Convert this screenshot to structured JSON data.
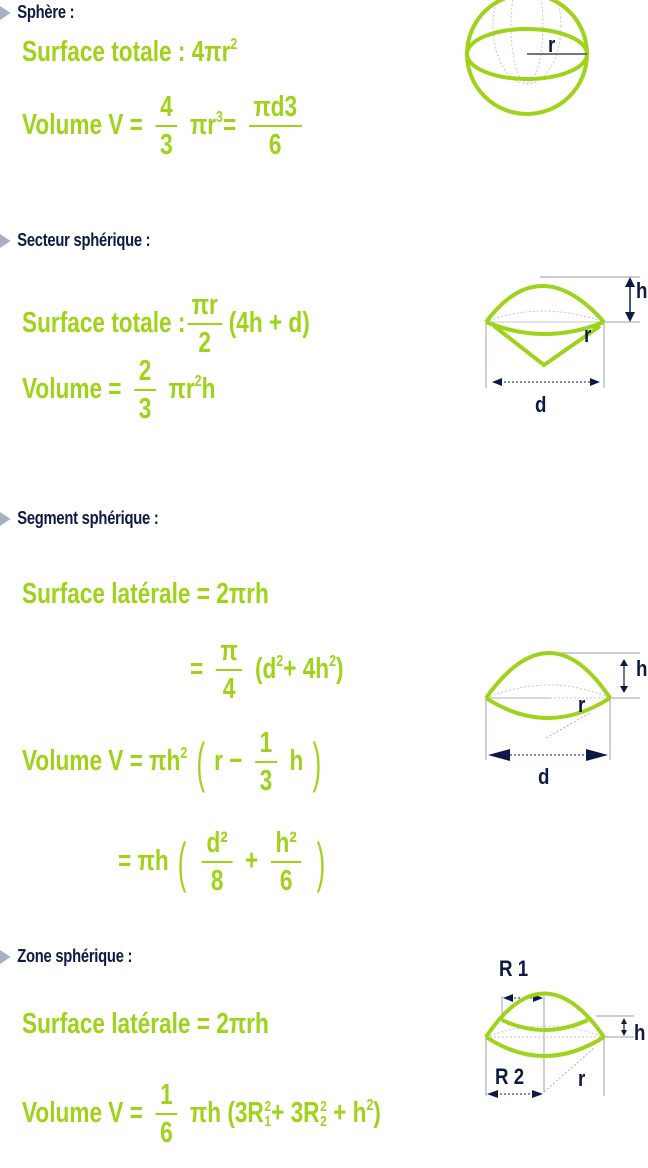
{
  "colors": {
    "formula": "#9fd31a",
    "heading": "#0d1a45",
    "bullet": "#a9b0c2",
    "guide": "#a9b0c2"
  },
  "sections": [
    {
      "heading": "Sphère :",
      "surface_label": "Surface totale : 4πr",
      "surface_exp": "2",
      "volume_label": "Volume V =",
      "volume_frac1": {
        "num": "4",
        "den": "3"
      },
      "volume_mid": "πr",
      "volume_mid_exp": "3",
      "volume_eq": "=",
      "volume_frac2": {
        "num": "πd3",
        "den": "6"
      },
      "diagram_labels": {
        "r": "r"
      }
    },
    {
      "heading": "Secteur sphérique :",
      "surface_label": "Surface totale :",
      "surface_frac": {
        "num": "πr",
        "den": "2"
      },
      "surface_tail": "(4h + d)",
      "volume_label": "Volume =",
      "volume_frac": {
        "num": "2",
        "den": "3"
      },
      "volume_tail": "πr",
      "volume_tail_exp": "2",
      "volume_tail_end": "h",
      "diagram_labels": {
        "h": "h",
        "r": "r",
        "d": "d"
      }
    },
    {
      "heading": "Segment sphérique :",
      "surface_label": "Surface latérale = 2πrh",
      "surface_alt_eq": "=",
      "surface_alt_frac": {
        "num": "π",
        "den": "4"
      },
      "surface_alt_tail": "(d",
      "surface_alt_exp": "2",
      "surface_alt_mid": "+ 4h",
      "surface_alt_exp2": "2",
      "surface_alt_end": ")",
      "volume_label": "Volume V = πh",
      "volume_exp": "2",
      "volume_paren_open": "(",
      "volume_r": "r −",
      "volume_frac": {
        "num": "1",
        "den": "3"
      },
      "volume_h": "h",
      "volume_paren_close": ")",
      "volume_alt_eq": "= πh",
      "volume_alt_frac1": {
        "num": "d²",
        "den": "8"
      },
      "volume_alt_plus": "+",
      "volume_alt_frac2": {
        "num": "h²",
        "den": "6"
      },
      "diagram_labels": {
        "h": "h",
        "r": "r",
        "d": "d"
      }
    },
    {
      "heading": "Zone sphérique :",
      "surface_label": "Surface latérale = 2πrh",
      "volume_label": "Volume V =",
      "volume_frac": {
        "num": "1",
        "den": "6"
      },
      "volume_tail": "πh (3R",
      "r1_sup": "2",
      "r1_sub": "1",
      "volume_mid": "+ 3R",
      "r2_sup": "2",
      "r2_sub": "2",
      "volume_end": "+ h",
      "h_exp": "2",
      "volume_close": ")",
      "diagram_labels": {
        "R1": "R 1",
        "R2": "R 2",
        "h": "h",
        "r": "r"
      }
    }
  ]
}
